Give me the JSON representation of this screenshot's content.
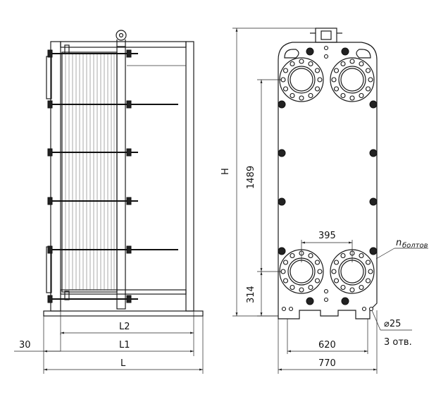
{
  "labels": {
    "H": "H",
    "dim_1489": "1489",
    "dim_395": "395",
    "dim_314": "314",
    "n_bolts_main": "n",
    "n_bolts_sub": "болтов",
    "dim_L2": "L2",
    "dim_L1": "L1",
    "dim_L": "L",
    "dim_30": "30",
    "dim_620": "620",
    "dim_770": "770",
    "dim_d25": "⌀25",
    "holes_count": "3 отв."
  }
}
